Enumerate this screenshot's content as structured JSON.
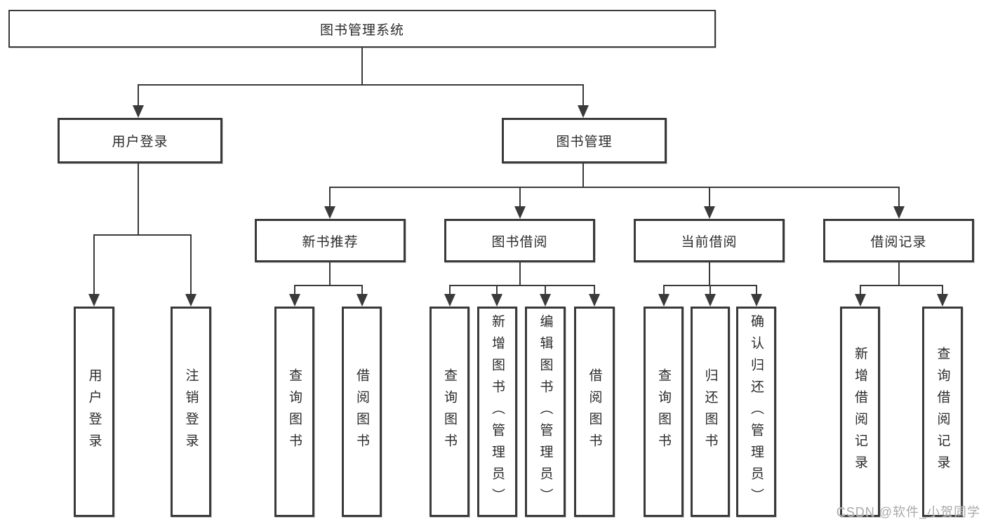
{
  "nodes": {
    "system": "图书管理系统",
    "user_login": "用户登录",
    "book_mgmt": "图书管理",
    "new_book_rec": "新书推荐",
    "book_borrow": "图书借阅",
    "current_borrow": "当前借阅",
    "borrow_record": "借阅记录",
    "leaf_user_login": "用户登录",
    "leaf_logout": "注销登录",
    "leaf_query_book_1": "查询图书",
    "leaf_borrow_book_1": "借阅图书",
    "leaf_query_book_2": "查询图书",
    "leaf_add_book": "新增图书（管理员）",
    "leaf_edit_book": "编辑图书（管理员）",
    "leaf_borrow_book_2": "借阅图书",
    "leaf_query_book_3": "查询图书",
    "leaf_return_book": "归还图书",
    "leaf_confirm_return": "确认归还（管理员）",
    "leaf_add_record": "新增借阅记录",
    "leaf_query_record": "查询借阅记录"
  },
  "watermark": "CSDN @软件_小贺同学",
  "colors": {
    "line": "#3a3a3a",
    "text": "#2b2b2b",
    "watermark": "#a9a9a9",
    "background": "#ffffff"
  }
}
